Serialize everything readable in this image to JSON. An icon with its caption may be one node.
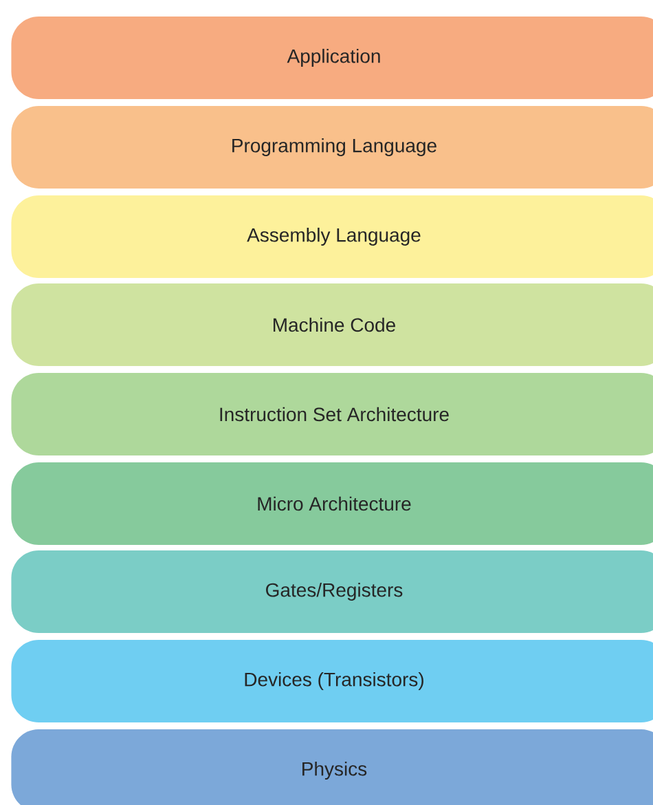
{
  "diagram": {
    "nodes": [
      {
        "text": [
          "Application"
        ]
      },
      {
        "text": [
          "Programming Language"
        ]
      },
      {
        "text": [
          "Assembly Language"
        ]
      },
      {
        "text": [
          "Machine Code"
        ]
      },
      {
        "text": [
          "Instruction Set Architecture"
        ]
      },
      {
        "text": [
          "Micro Architecture"
        ]
      },
      {
        "text": [
          "Gates/Registers"
        ]
      },
      {
        "text": [
          "Devices (Transistors)"
        ]
      },
      {
        "text": [
          "Physics"
        ]
      }
    ]
  }
}
